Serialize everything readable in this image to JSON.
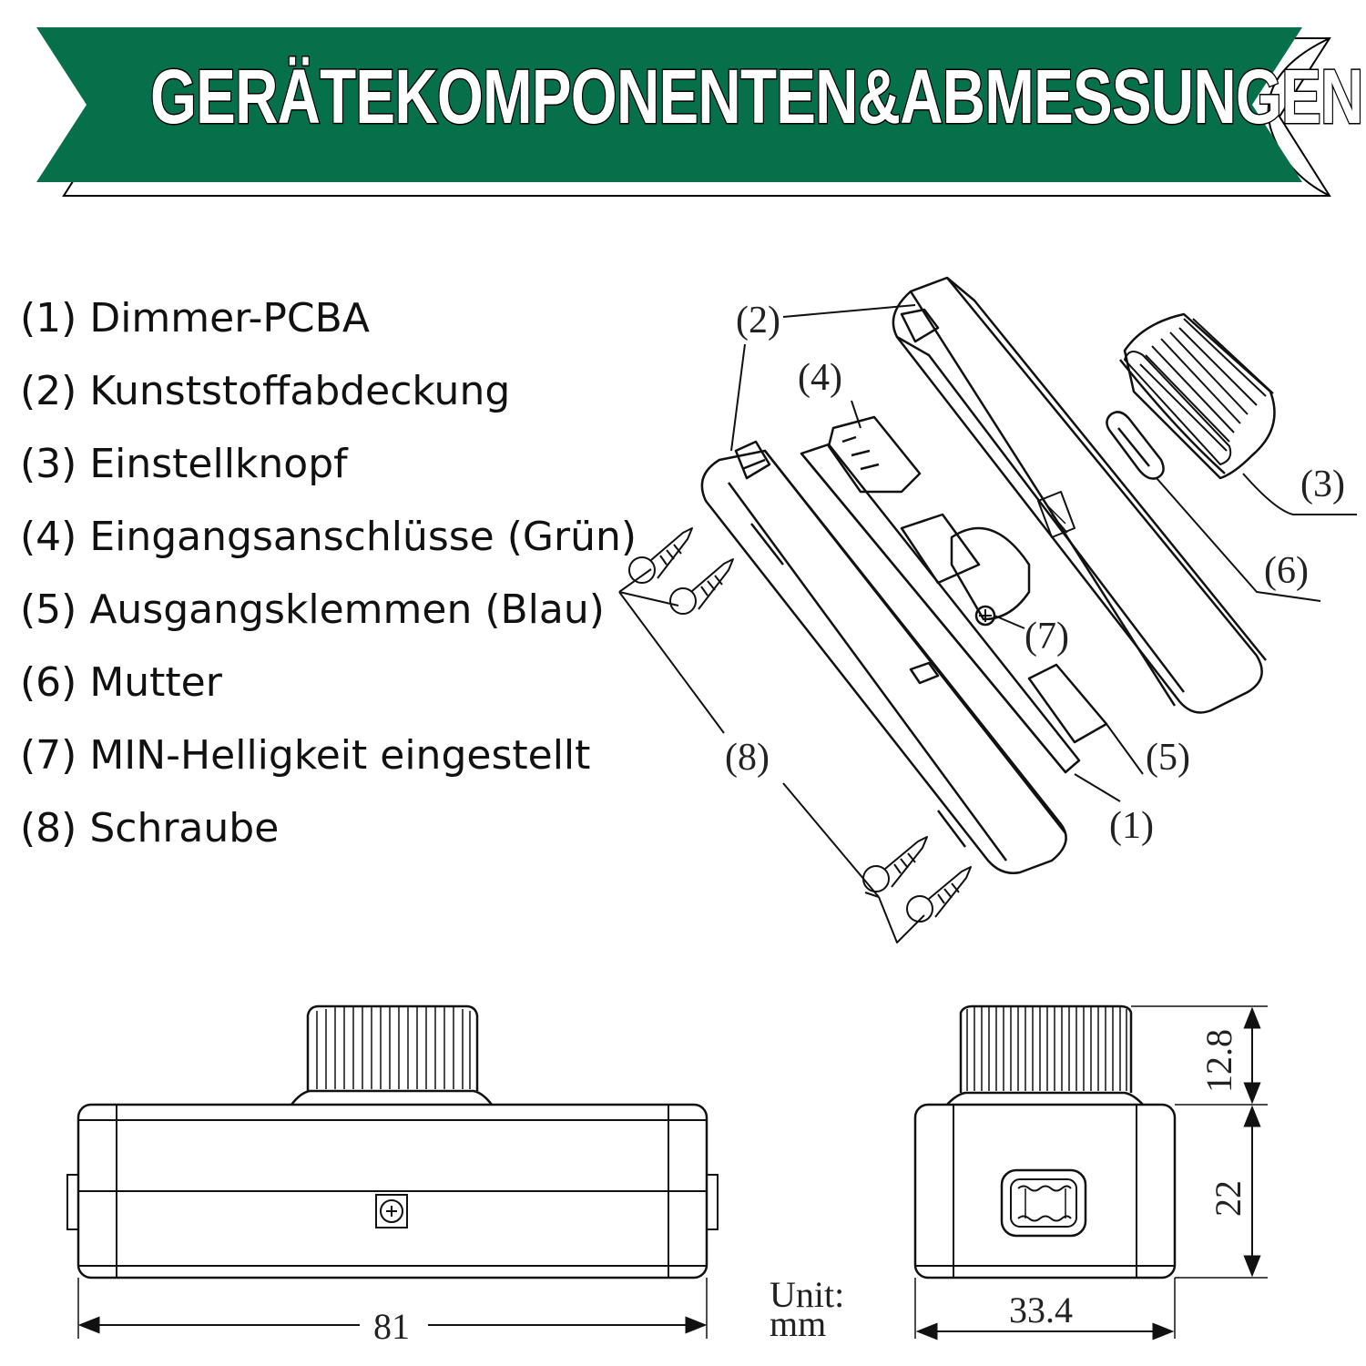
{
  "header": {
    "title": "GERÄTEKOMPONENTEN&ABMESSUNGEN",
    "banner_color": "#06704a"
  },
  "components": [
    {
      "number": "(1)",
      "label": "Dimmer-PCBA"
    },
    {
      "number": "(2)",
      "label": "Kunststoffabdeckung"
    },
    {
      "number": "(3)",
      "label": "Einstellknopf"
    },
    {
      "number": "(4)",
      "label": "Eingangsanschlüsse (Grün)"
    },
    {
      "number": "(5)",
      "label": "Ausgangsklemmen (Blau)"
    },
    {
      "number": "(6)",
      "label": "Mutter"
    },
    {
      "number": "(7)",
      "label": "MIN-Helligkeit eingestellt"
    },
    {
      "number": "(8)",
      "label": "Schraube"
    }
  ],
  "exploded_view": {
    "callouts": [
      "(1)",
      "(2)",
      "(2)",
      "(3)",
      "(4)",
      "(5)",
      "(6)",
      "(7)",
      "(8)"
    ]
  },
  "dimensions": {
    "width": "81",
    "depth": "33.4",
    "body_height": "22",
    "knob_height": "12.8",
    "unit_line1": "Unit:",
    "unit_line2": "mm"
  }
}
